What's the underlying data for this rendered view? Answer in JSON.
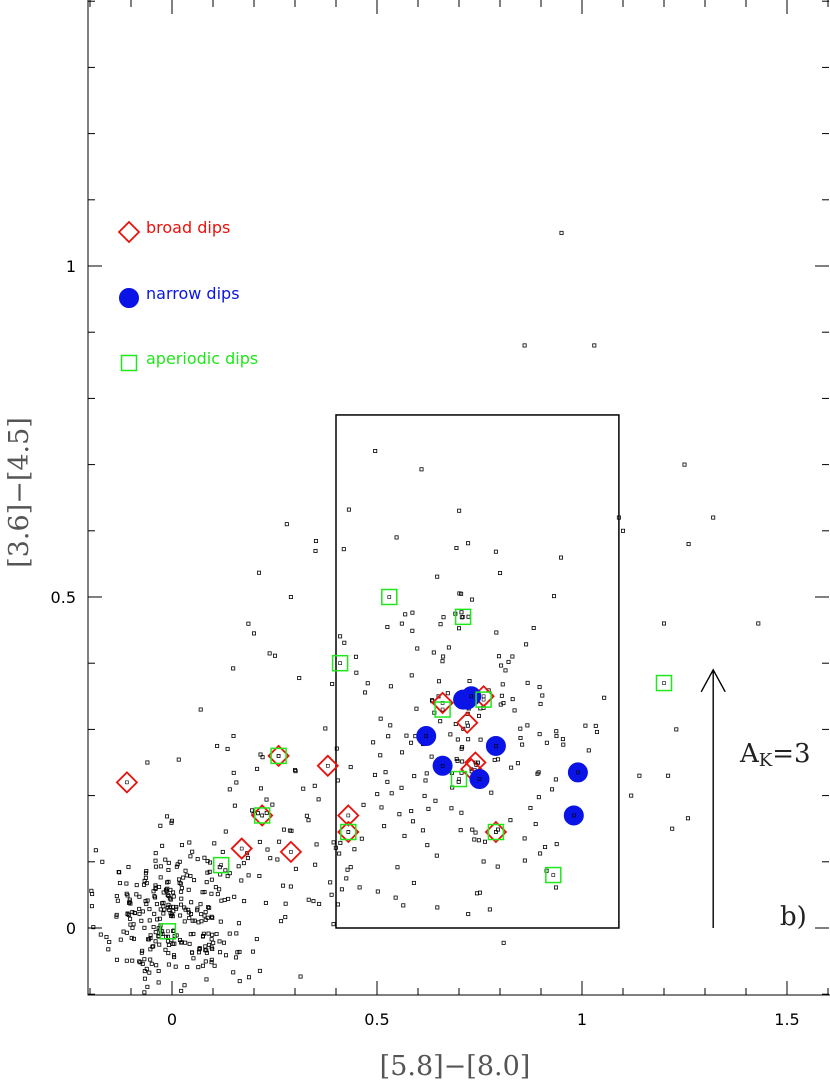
{
  "chart_data": {
    "type": "scatter",
    "xlabel": "[5.8]−[8.0]",
    "ylabel": "[3.6]−[4.5]",
    "xlim": [
      -0.2,
      1.62
    ],
    "ylim": [
      -0.1,
      1.41
    ],
    "x_ticks": [
      "0",
      "0.5",
      "1",
      "1.5"
    ],
    "x_tick_values": [
      0,
      0.5,
      1,
      1.5
    ],
    "y_ticks": [
      "0",
      "0.5",
      "1"
    ],
    "y_tick_values": [
      0,
      0.5,
      1
    ],
    "grid": false,
    "legend_position": "upper-left",
    "series": [
      {
        "name": "broad dips",
        "marker": "open-diamond",
        "color": "#e8120c",
        "points": [
          [
            -0.11,
            0.22
          ],
          [
            0.22,
            0.17
          ],
          [
            0.17,
            0.12
          ],
          [
            0.26,
            0.26
          ],
          [
            0.29,
            0.115
          ],
          [
            0.38,
            0.245
          ],
          [
            0.43,
            0.17
          ],
          [
            0.43,
            0.145
          ],
          [
            0.66,
            0.34
          ],
          [
            0.72,
            0.31
          ],
          [
            0.73,
            0.24
          ],
          [
            0.74,
            0.25
          ],
          [
            0.76,
            0.35
          ],
          [
            0.79,
            0.145
          ]
        ]
      },
      {
        "name": "narrow dips",
        "marker": "filled-circle",
        "color": "#0a14e6",
        "points": [
          [
            0.71,
            0.345
          ],
          [
            0.72,
            0.345
          ],
          [
            0.73,
            0.35
          ],
          [
            0.62,
            0.29
          ],
          [
            0.66,
            0.245
          ],
          [
            0.75,
            0.225
          ],
          [
            0.79,
            0.275
          ],
          [
            0.98,
            0.17
          ],
          [
            0.99,
            0.235
          ]
        ]
      },
      {
        "name": "aperiodic dips",
        "marker": "open-square",
        "color": "#1ee81a",
        "points": [
          [
            0.12,
            0.095
          ],
          [
            0.22,
            0.17
          ],
          [
            0.26,
            0.26
          ],
          [
            0.41,
            0.4
          ],
          [
            0.43,
            0.145
          ],
          [
            0.53,
            0.5
          ],
          [
            0.66,
            0.33
          ],
          [
            0.7,
            0.225
          ],
          [
            0.71,
            0.47
          ],
          [
            0.76,
            0.345
          ],
          [
            0.79,
            0.145
          ],
          [
            0.93,
            0.08
          ],
          [
            1.2,
            0.37
          ],
          [
            -0.01,
            -0.005
          ]
        ]
      }
    ],
    "background_sources": {
      "marker": "small-open-square",
      "color": "#000000",
      "clusters": [
        {
          "cx": 0.0,
          "cy": 0.02,
          "sx": 0.09,
          "sy": 0.055,
          "n": 300
        },
        {
          "cx": 0.7,
          "cy": 0.3,
          "sx": 0.19,
          "sy": 0.15,
          "n": 210
        },
        {
          "cx": 0.25,
          "cy": 0.12,
          "sx": 0.15,
          "sy": 0.09,
          "n": 70
        }
      ],
      "outliers": [
        [
          0.95,
          1.05
        ],
        [
          0.86,
          0.88
        ],
        [
          1.03,
          0.88
        ],
        [
          1.25,
          0.7
        ],
        [
          1.32,
          0.62
        ],
        [
          1.26,
          0.58
        ],
        [
          1.43,
          0.46
        ],
        [
          0.28,
          0.61
        ],
        [
          0.29,
          0.5
        ],
        [
          0.2,
          0.445
        ],
        [
          1.2,
          0.46
        ],
        [
          1.1,
          0.6
        ],
        [
          1.09,
          0.62
        ],
        [
          1.23,
          0.3
        ],
        [
          1.21,
          0.23
        ],
        [
          1.22,
          0.15
        ],
        [
          1.14,
          0.23
        ],
        [
          1.12,
          0.2
        ],
        [
          0.07,
          0.33
        ],
        [
          -0.06,
          0.25
        ],
        [
          0.15,
          0.29
        ],
        [
          -0.17,
          0.1
        ]
      ]
    },
    "selection_box": {
      "x": [
        0.4,
        1.09
      ],
      "y": [
        0.0,
        0.775
      ]
    },
    "extinction_vector": {
      "x": 1.32,
      "y0": 0.0,
      "y1": 0.39,
      "label": "A",
      "label_sub": "K",
      "label_rest": "=3"
    },
    "panel_label": "b)"
  }
}
